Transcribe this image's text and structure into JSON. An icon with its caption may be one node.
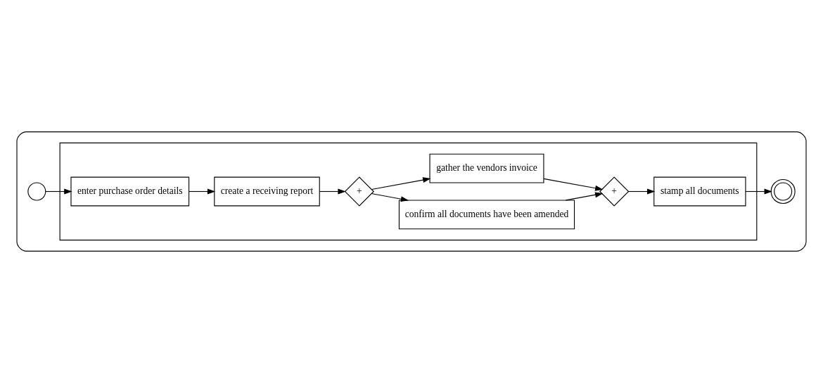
{
  "diagram": {
    "nodes": [
      {
        "text": [],
        "shape": "box"
      },
      {
        "text": [],
        "shape": "circle",
        "in": 0
      },
      {
        "text": [],
        "shape": "box",
        "in": 0
      },
      {
        "text": [
          "enter purchase order details"
        ],
        "in": 2
      },
      {
        "text": [
          "create a receiving report"
        ],
        "in": 2
      },
      {
        "text": [
          "+"
        ],
        "in": 2
      },
      {
        "text": [
          "confirm all documents have been amended"
        ],
        "in": 2
      },
      {
        "text": [
          "gather the vendors invoice"
        ],
        "in": 2
      },
      {
        "text": [
          "+"
        ],
        "in": 2
      },
      {
        "text": [
          "stamp all documents"
        ],
        "in": 2
      },
      {
        "text": [],
        "shape": "circle",
        "in": 0
      }
    ],
    "edges": [
      {
        "from": 1,
        "to": 3,
        "arrow": "to"
      },
      {
        "from": 3,
        "to": 4,
        "arrow": "to"
      },
      {
        "from": 4,
        "to": 5,
        "arrow": "to"
      },
      {
        "from": 5,
        "to": 6,
        "arrow": "to"
      },
      {
        "from": 5,
        "to": 7,
        "arrow": "to"
      },
      {
        "from": 6,
        "to": 8,
        "arrow": "to"
      },
      {
        "from": 7,
        "to": 8,
        "arrow": "to"
      },
      {
        "from": 8,
        "to": 9,
        "arrow": "to"
      },
      {
        "from": 9,
        "to": 10,
        "arrow": "to"
      }
    ]
  }
}
